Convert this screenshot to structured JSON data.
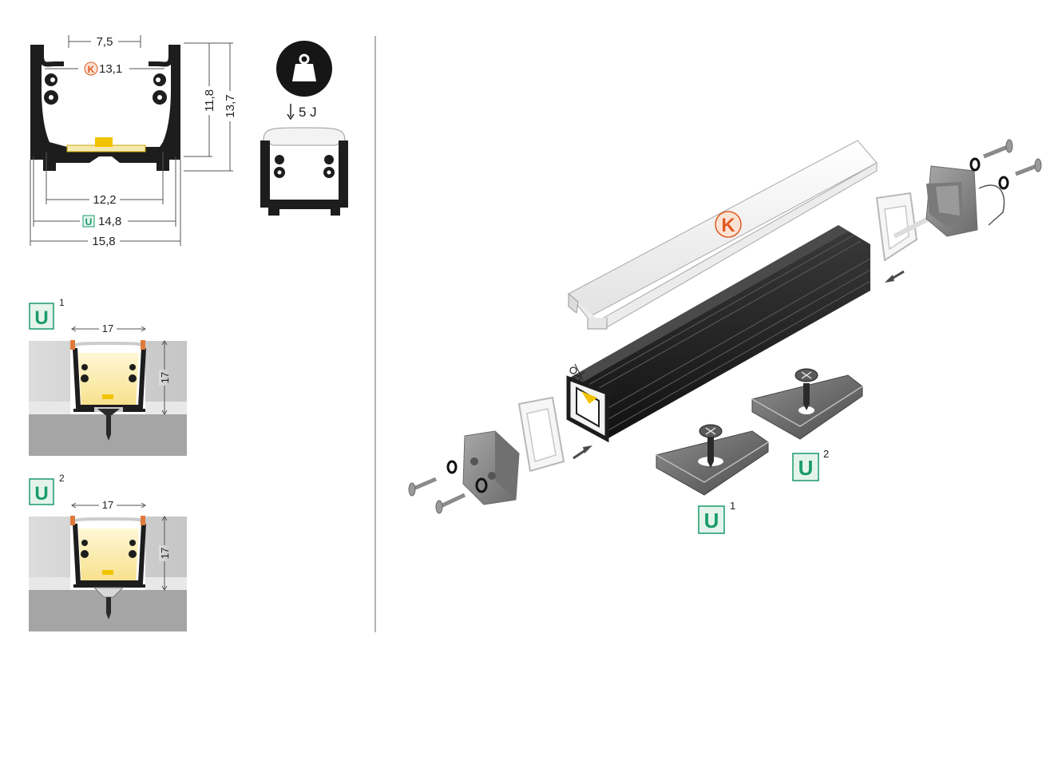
{
  "colors": {
    "profile": "#1d1d1d",
    "led": "#f2c300",
    "diffuser": "#f3f3f3",
    "mount_light": "#d2d2d2",
    "mount_dark": "#9b9b9b",
    "marker_u": "#1a9a6c",
    "marker_k": "#e05a22",
    "end_cap": "#8a8a8a"
  },
  "cross_section": {
    "dim_top_inner": "7,5",
    "dim_k_label": "K",
    "dim_k_value": "13,1",
    "dim_height_inner": "11,8",
    "dim_height_outer": "13,7",
    "dim_bottom_inner": "12,2",
    "dim_u_label": "U",
    "dim_u_value": "14,8",
    "dim_total_width": "15,8"
  },
  "impact": {
    "icon": "weight-icon",
    "value": "5 J"
  },
  "mounting": [
    {
      "label": "U",
      "index": "1",
      "width": "17",
      "height": "17"
    },
    {
      "label": "U",
      "index": "2",
      "width": "17",
      "height": "17"
    }
  ],
  "exploded": {
    "diffuser_label": "K",
    "clip_labels": [
      {
        "label": "U",
        "index": "1"
      },
      {
        "label": "U",
        "index": "2"
      }
    ]
  }
}
